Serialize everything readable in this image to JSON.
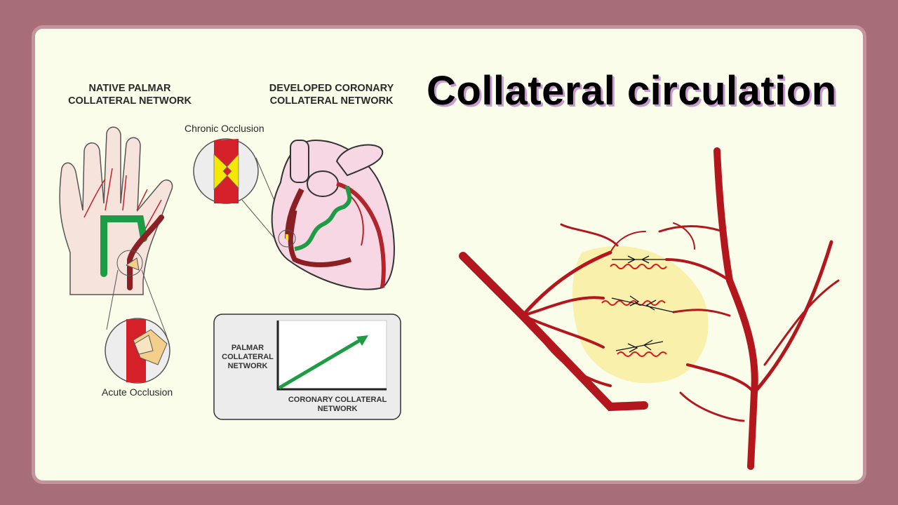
{
  "title": "Collateral circulation",
  "left_panel": {
    "hand_heading": "NATIVE PALMAR\nCOLLATERAL NETWORK",
    "heart_heading": "DEVELOPED CORONARY\nCOLLATERAL NETWORK",
    "chronic_label": "Chronic Occlusion",
    "acute_label": "Acute Occlusion",
    "graph": {
      "y_label": "PALMAR\nCOLLATERAL\nNETWORK",
      "x_label": "CORONARY COLLATERAL\nNETWORK"
    }
  },
  "colors": {
    "frame": "#a86e78",
    "background": "#fafde9",
    "artery": "#c0232a",
    "collateral": "#1e9b45",
    "ischemic_zone": "#f7eda0"
  }
}
